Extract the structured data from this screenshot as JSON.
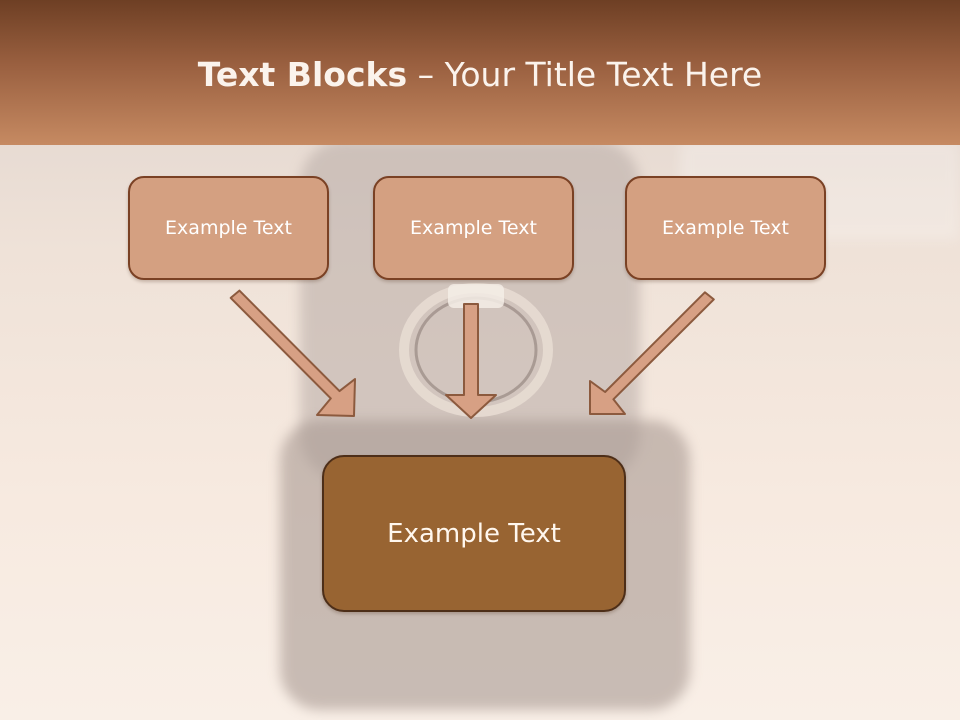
{
  "title": {
    "bold": "Text Blocks",
    "dash": " – ",
    "rest": "Your Title Text Here"
  },
  "boxes": [
    {
      "label": "Example Text"
    },
    {
      "label": "Example Text"
    },
    {
      "label": "Example Text"
    }
  ],
  "center_box": {
    "label": "Example Text"
  },
  "colors": {
    "header_top": "#6e3f24",
    "header_bottom": "#c68a62",
    "box_fill": "#d4a081",
    "box_border": "#7a4124",
    "center_fill": "#986432",
    "arrow_fill": "#d7a084"
  }
}
